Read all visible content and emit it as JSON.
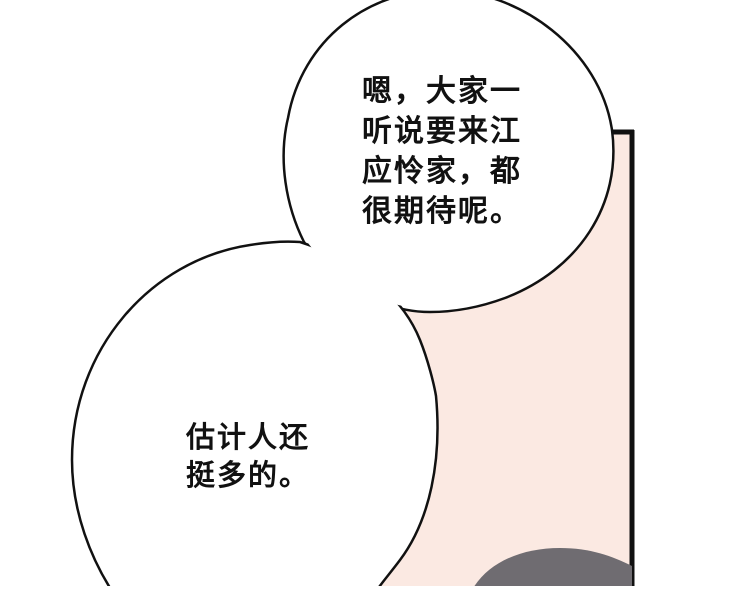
{
  "colors": {
    "background": "#ffffff",
    "panel_fill": "#fbe9e2",
    "panel_top_border": "#9a9a9a",
    "panel_right_border": "#111111",
    "panel_left_border": "#888888",
    "bubble_fill": "#ffffff",
    "bubble_outline": "#111111",
    "hair": "#6f6c71",
    "text": "#111111"
  },
  "speech_bubbles": [
    {
      "lines": [
        "嗯，大家一",
        "听说要来江",
        "应怜家，都",
        "很期待呢。"
      ]
    },
    {
      "lines": [
        "估计人还",
        "挺多的。"
      ]
    }
  ]
}
